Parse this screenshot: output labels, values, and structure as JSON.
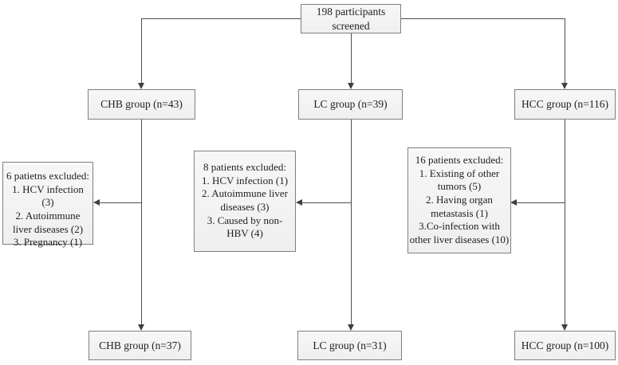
{
  "diagram": {
    "type": "participant-flow-chart",
    "colors": {
      "box_fill": "#f4f4f4",
      "box_border": "#7f7f7f",
      "connector": "#4d4d4d",
      "text": "#1f1f1f",
      "background": "#ffffff"
    },
    "boxes": {
      "screened": {
        "label": "198 participants screened"
      },
      "chb_group": {
        "label": "CHB group (n=43)"
      },
      "lc_group": {
        "label": "LC group (n=39)"
      },
      "hcc_group": {
        "label": "HCC group (n=116)"
      },
      "chb_excluded": {
        "lines": [
          "6 patietns excluded:",
          "1. HCV infection (3)",
          "2. Autoimmune liver diseases (2)",
          "3. Pregnancy (1)"
        ]
      },
      "lc_excluded": {
        "lines": [
          "8 patients excluded:",
          "1. HCV infection (1)",
          "2. Autoimmune liver diseases (3)",
          "3. Caused by non-HBV (4)"
        ]
      },
      "hcc_excluded": {
        "lines": [
          "16 patients excluded:",
          "1. Existing of other tumors (5)",
          "2. Having organ metastasis (1)",
          "3.Co-infection with other liver diseases (10)"
        ]
      },
      "chb_final": {
        "label": "CHB group (n=37)"
      },
      "lc_final": {
        "label": "LC group (n=31)"
      },
      "hcc_final": {
        "label": "HCC group (n=100)"
      }
    }
  }
}
